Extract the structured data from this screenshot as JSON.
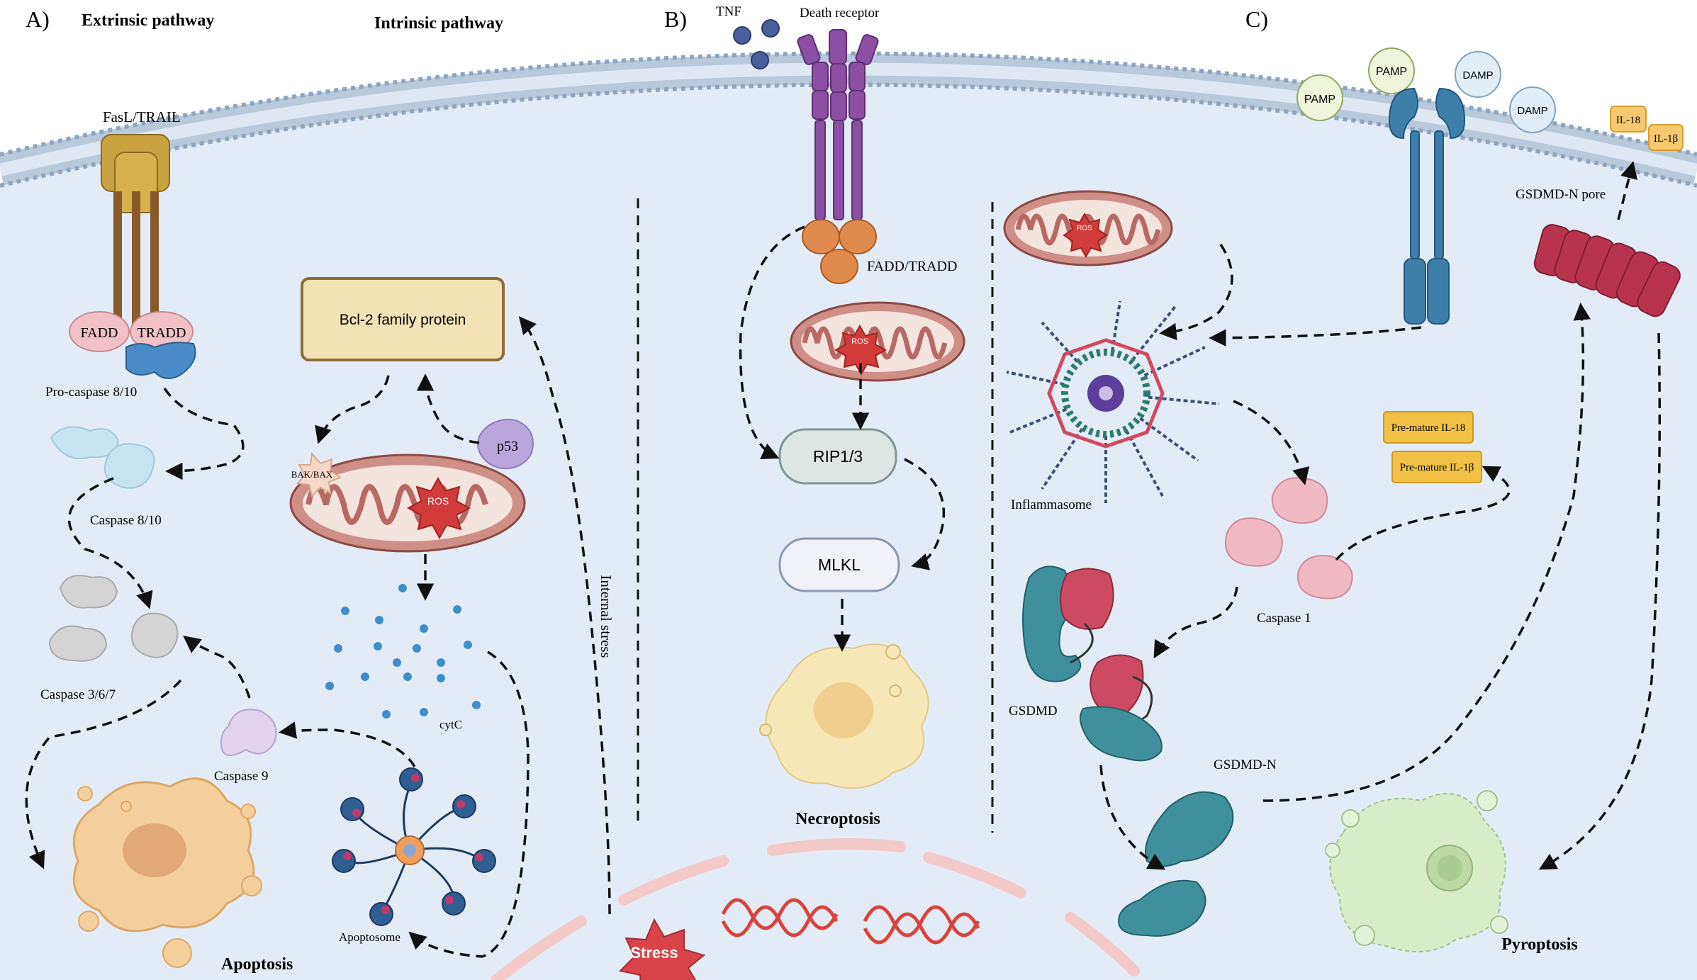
{
  "panels": {
    "a": {
      "letter": "A)",
      "extrinsic_title": "Extrinsic pathway",
      "intrinsic_title": "Intrinsic pathway"
    },
    "b": {
      "letter": "B)"
    },
    "c": {
      "letter": "C)"
    }
  },
  "labels": {
    "fasl_trail": "FasL/TRAIL",
    "fadd": "FADD",
    "tradd": "TRADD",
    "pro_caspase": "Pro-caspase 8/10",
    "caspase_8_10": "Caspase 8/10",
    "caspase_3_6_7": "Caspase 3/6/7",
    "caspase_9": "Caspase 9",
    "apoptosis": "Apoptosis",
    "bcl2": "Bcl-2 family protein",
    "bak_bax": "BAK/BAX",
    "ros": "ROS",
    "p53": "p53",
    "cytc": "cytC",
    "apoptosome": "Apoptosome",
    "internal_stress": "Internal stress",
    "stress": "Stress",
    "tnf": "TNF",
    "death_receptor": "Death receptor",
    "fadd_tradd": "FADD/TRADD",
    "rip": "RIP1/3",
    "mlkl": "MLKL",
    "necroptosis": "Necroptosis",
    "pamp": "PAMP",
    "damp": "DAMP",
    "il18": "IL-18",
    "il1b": "IL-1β",
    "gsdmd_pore": "GSDMD-N pore",
    "inflammasome": "Inflammasome",
    "pre_il18": "Pre-mature IL-18",
    "pre_il1b": "Pre-mature IL-1β",
    "caspase_1": "Caspase 1",
    "gsdmd": "GSDMD",
    "gsdmd_n": "GSDMD-N",
    "pyroptosis": "Pyroptosis"
  },
  "colors": {
    "cytoplasm": "#e3ecf6",
    "membrane": "#c5d4e6",
    "arrow": "#111111",
    "receptor_gold": "#c9a23f",
    "receptor_purple": "#8b4fa3",
    "adaptor_orange": "#e08a4e",
    "mito_outer": "#cf8f86",
    "ros_red": "#d23b3b",
    "caspase1_pink": "#f0b9c3",
    "gsdmd_teal": "#3f8f9c",
    "gsdmd_red": "#cc4a62",
    "pore_red": "#b8344e",
    "tlr_blue": "#3d7fa8",
    "apoptotic_cell": "#f3cf9c",
    "necrotic_cell": "#f7e7b6",
    "pyroptotic_cell": "#d8ecc7",
    "stress_red": "#d9434a"
  }
}
